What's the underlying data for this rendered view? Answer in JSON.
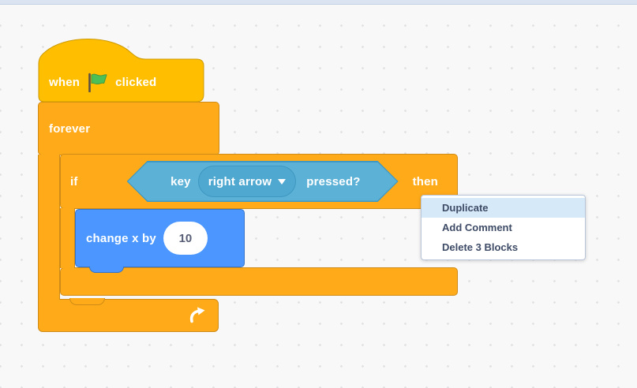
{
  "chrome": {
    "top_strip_color": "#dbe5f2"
  },
  "script": {
    "hat": {
      "label_before": "when",
      "label_after": "clicked",
      "icon": "green-flag"
    },
    "forever": {
      "label": "forever"
    },
    "if_block": {
      "if_label": "if",
      "then_label": "then"
    },
    "condition": {
      "prefix": "key",
      "dropdown_value": "right arrow",
      "suffix": "pressed?"
    },
    "change_x": {
      "label": "change x by",
      "value": "10"
    }
  },
  "context_menu": {
    "items": [
      {
        "label": "Duplicate",
        "highlighted": true
      },
      {
        "label": "Add Comment",
        "highlighted": false
      },
      {
        "label": "Delete 3 Blocks",
        "highlighted": false
      }
    ]
  },
  "colors": {
    "events_yellow": "#FFBF00",
    "events_border": "#CC9900",
    "control_orange": "#FFAB19",
    "control_border": "#CF8B17",
    "sensing_blue": "#5CB1D6",
    "sensing_border": "#3E98C2",
    "motion_blue": "#4C97FF",
    "motion_border": "#3373CC",
    "menu_highlight": "#D6E9F8",
    "flag_green": "#4CBF56"
  }
}
